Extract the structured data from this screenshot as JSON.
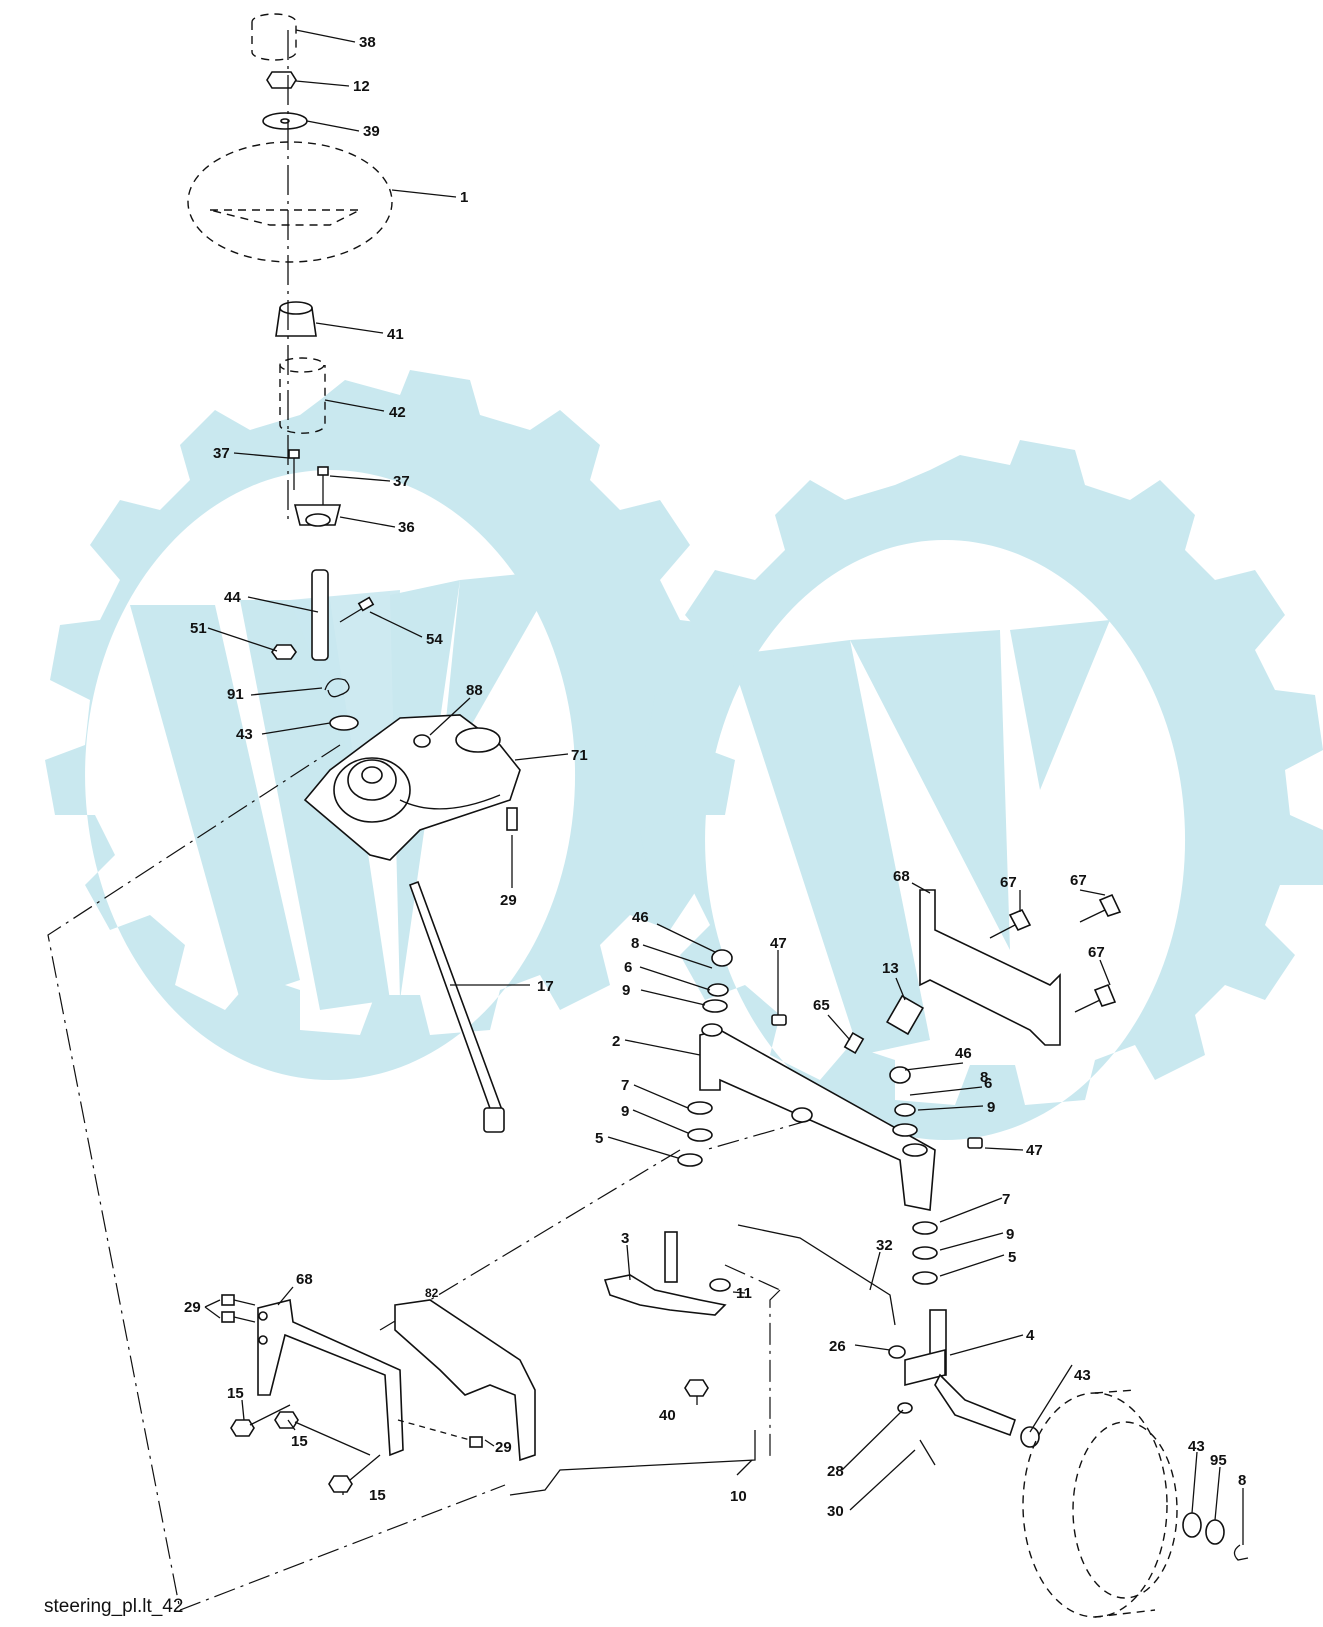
{
  "caption": "steering_pl.lt_42",
  "watermark": {
    "color": "#c9e8ef",
    "description_icon": "gear-w-watermark"
  },
  "labels": [
    {
      "id": "38",
      "text": "38"
    },
    {
      "id": "12",
      "text": "12"
    },
    {
      "id": "39",
      "text": "39"
    },
    {
      "id": "1",
      "text": "1"
    },
    {
      "id": "41",
      "text": "41"
    },
    {
      "id": "42",
      "text": "42"
    },
    {
      "id": "37a",
      "text": "37"
    },
    {
      "id": "37b",
      "text": "37"
    },
    {
      "id": "36",
      "text": "36"
    },
    {
      "id": "44",
      "text": "44"
    },
    {
      "id": "54",
      "text": "54"
    },
    {
      "id": "51",
      "text": "51"
    },
    {
      "id": "91",
      "text": "91"
    },
    {
      "id": "88",
      "text": "88"
    },
    {
      "id": "43a",
      "text": "43"
    },
    {
      "id": "71",
      "text": "71"
    },
    {
      "id": "29a",
      "text": "29"
    },
    {
      "id": "17",
      "text": "17"
    },
    {
      "id": "68a",
      "text": "68"
    },
    {
      "id": "67a",
      "text": "67"
    },
    {
      "id": "67b",
      "text": "67"
    },
    {
      "id": "67c",
      "text": "67"
    },
    {
      "id": "46a",
      "text": "46"
    },
    {
      "id": "47a",
      "text": "47"
    },
    {
      "id": "8a",
      "text": "8"
    },
    {
      "id": "6a",
      "text": "6"
    },
    {
      "id": "9a",
      "text": "9"
    },
    {
      "id": "13",
      "text": "13"
    },
    {
      "id": "65",
      "text": "65"
    },
    {
      "id": "2",
      "text": "2"
    },
    {
      "id": "46b",
      "text": "46"
    },
    {
      "id": "8b",
      "text": "8"
    },
    {
      "id": "6b",
      "text": "6"
    },
    {
      "id": "9b",
      "text": "9"
    },
    {
      "id": "7a",
      "text": "7"
    },
    {
      "id": "9c",
      "text": "9"
    },
    {
      "id": "5a",
      "text": "5"
    },
    {
      "id": "47b",
      "text": "47"
    },
    {
      "id": "7b",
      "text": "7"
    },
    {
      "id": "9d",
      "text": "9"
    },
    {
      "id": "5b",
      "text": "5"
    },
    {
      "id": "32",
      "text": "32"
    },
    {
      "id": "3",
      "text": "3"
    },
    {
      "id": "11",
      "text": "11"
    },
    {
      "id": "68b",
      "text": "68"
    },
    {
      "id": "82",
      "text": "82"
    },
    {
      "id": "29b",
      "text": "29"
    },
    {
      "id": "29c",
      "text": "29"
    },
    {
      "id": "15a",
      "text": "15"
    },
    {
      "id": "15b",
      "text": "15"
    },
    {
      "id": "15c",
      "text": "15"
    },
    {
      "id": "40",
      "text": "40"
    },
    {
      "id": "26",
      "text": "26"
    },
    {
      "id": "4",
      "text": "4"
    },
    {
      "id": "43b",
      "text": "43"
    },
    {
      "id": "28",
      "text": "28"
    },
    {
      "id": "10",
      "text": "10"
    },
    {
      "id": "30",
      "text": "30"
    },
    {
      "id": "43c",
      "text": "43"
    },
    {
      "id": "95",
      "text": "95"
    },
    {
      "id": "8c",
      "text": "8"
    }
  ]
}
